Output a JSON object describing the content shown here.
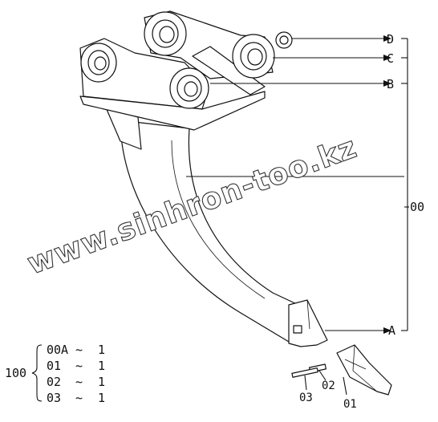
{
  "callouts": {
    "d": "D",
    "c": "C",
    "b": "B",
    "a": "A",
    "group": "00"
  },
  "parts": {
    "p01": "01",
    "p02": "02",
    "p03": "03"
  },
  "assembly": {
    "number": "100",
    "rows": [
      {
        "code": "00A",
        "tilde": "~",
        "qty": "1"
      },
      {
        "code": "01",
        "tilde": "~",
        "qty": "1"
      },
      {
        "code": "02",
        "tilde": "~",
        "qty": "1"
      },
      {
        "code": "03",
        "tilde": "~",
        "qty": "1"
      }
    ]
  },
  "watermark": "www.sinhron-too.kz"
}
